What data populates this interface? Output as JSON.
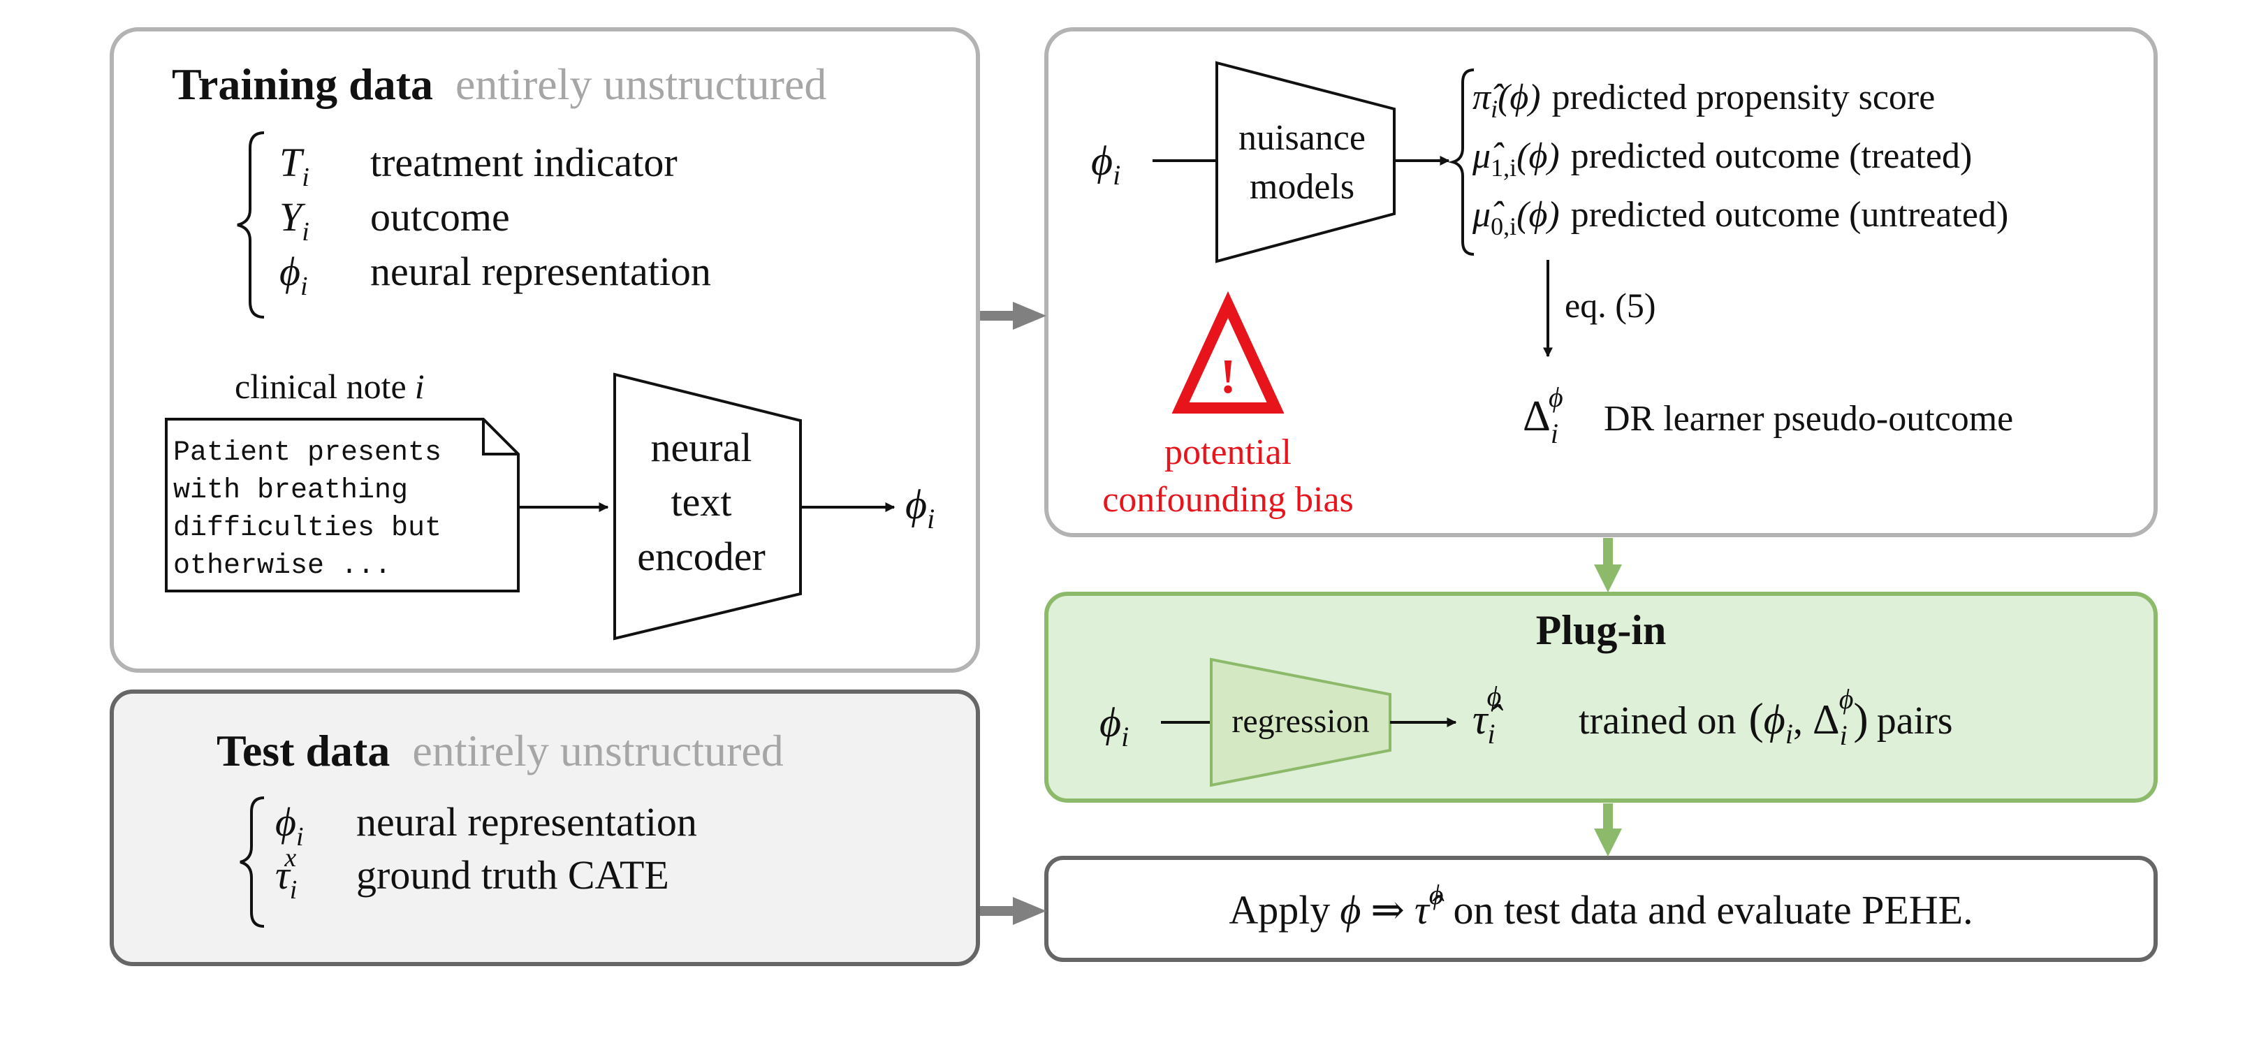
{
  "colors": {
    "panel_border_light": "#b3b3b3",
    "panel_border_dark": "#666666",
    "test_panel_fill": "#f2f2f2",
    "plugin_fill": "#dff0d8",
    "plugin_border": "#8cba6a",
    "warning_red": "#e8141c",
    "subtitle_gray": "#a6a6a6",
    "arrow_gray": "#808080",
    "arrow_green": "#8cba6a"
  },
  "training": {
    "title": "Training data",
    "subtitle": "entirely unstructured",
    "items": [
      {
        "sym": "T",
        "sub": "i",
        "sup": "",
        "label": "treatment indicator"
      },
      {
        "sym": "Y",
        "sub": "i",
        "sup": "",
        "label": "outcome"
      },
      {
        "sym": "ϕ",
        "sub": "i",
        "sup": "",
        "label": "neural representation"
      }
    ],
    "note_caption": "clinical note",
    "note_caption_var": "i",
    "note_lines": [
      "Patient presents",
      "with  breathing",
      "difficulties but",
      "otherwise ..."
    ],
    "encoder_lines": [
      "neural",
      "text",
      "encoder"
    ],
    "encoder_output_sym": "ϕ",
    "encoder_output_sub": "i"
  },
  "nuisance": {
    "input_sym": "ϕ",
    "input_sub": "i",
    "model_lines": [
      "nuisance",
      "models"
    ],
    "outputs": [
      {
        "expr": "π̂",
        "sub": "i",
        "arg": "(ϕ)",
        "label": "predicted propensity score"
      },
      {
        "expr": "μ̂",
        "sub": "1,i",
        "arg": "(ϕ)",
        "label": "predicted outcome (treated)"
      },
      {
        "expr": "μ̂",
        "sub": "0,i",
        "arg": "(ϕ)",
        "label": "predicted outcome (untreated)"
      }
    ],
    "eq_label": "eq. (5)",
    "pseudo_sym": "Δ",
    "pseudo_sub": "i",
    "pseudo_sup": "ϕ",
    "pseudo_label": "DR learner pseudo-outcome",
    "warning_icon": "warning-triangle-icon",
    "warning_glyph": "!",
    "warning_lines": [
      "potential",
      "confounding bias"
    ]
  },
  "plugin": {
    "title": "Plug-in",
    "input_sym": "ϕ",
    "input_sub": "i",
    "model_label": "regression",
    "output_sym": "τ̂",
    "output_sub": "i",
    "output_sup": "ϕ",
    "trained_text": "trained on",
    "pair_open": "(",
    "pair_phi": "ϕ",
    "pair_phi_sub": "i",
    "pair_comma": ",",
    "pair_delta": "Δ",
    "pair_delta_sub": "i",
    "pair_delta_sup": "ϕ",
    "pair_close": ")",
    "pairs_text": "pairs"
  },
  "test": {
    "title": "Test data",
    "subtitle": "entirely unstructured",
    "items": [
      {
        "sym": "ϕ",
        "sub": "i",
        "sup": "",
        "label": "neural representation"
      },
      {
        "sym": "τ",
        "sub": "i",
        "sup": "x",
        "label": "ground truth CATE"
      }
    ]
  },
  "apply": {
    "pre": "Apply",
    "phi": "ϕ",
    "implies": "⇒",
    "tau": "τ̂",
    "tau_sup": "ϕ",
    "post": "on test data and evaluate PEHE."
  }
}
